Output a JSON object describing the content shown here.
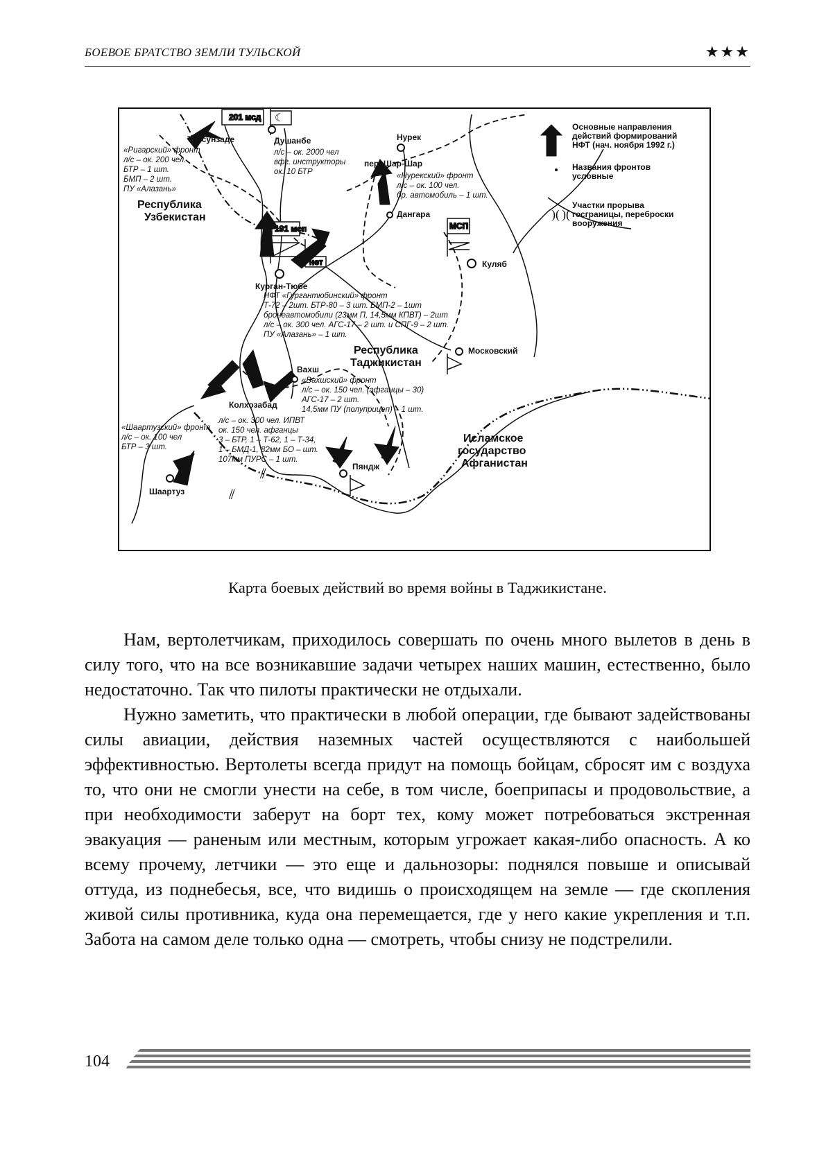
{
  "header": {
    "title": "БОЕВОЕ БРАТСТВО ЗЕМЛИ ТУЛЬСКОЙ",
    "stars": "★★★"
  },
  "map": {
    "regions": {
      "uzbekistan": [
        "Республика",
        "Узбекистан"
      ],
      "tajikistan": [
        "Республика",
        "Таджикистан"
      ],
      "afghanistan": [
        "Исламское",
        "государство",
        "Афганистан"
      ]
    },
    "cities": {
      "tursunzade": "Турсунзаде",
      "dushanbe": "Душанбе",
      "nurek": "Нурек",
      "dangara": "Дангара",
      "kulyab": "Куляб",
      "kurgan_tyube": "Курган-Тюбе",
      "moskovsky": "Московский",
      "vakhsh": "Вахш",
      "kolkhozabad": "Колхозабад",
      "pyanj": "Пяндж",
      "shaartuz": "Шаартуз",
      "pass": "пер. Шар-Шар"
    },
    "unit_labels": {
      "d201": "201 мсд",
      "p191": "191 мсп",
      "net": "нет",
      "mbp": "МСП"
    },
    "legend": {
      "directions": [
        "Основные направления",
        "действий формирований",
        "НФТ (нач. ноября 1992 г.)"
      ],
      "names": [
        "Названия фронтов",
        "условные"
      ],
      "breaches": [
        "Участки прорыва",
        "госграницы, переброски",
        "вооружения"
      ]
    },
    "fronts": {
      "gissar": [
        "«Ригарский» фронт",
        "л/с – ок. 200 чел.",
        "БТР – 1 шт.",
        "БМП – 2 шт.",
        "ПУ «Алазань»"
      ],
      "dushanbe": [
        "л/с – ок. 2000 чел",
        "вфг. инструкторы",
        "ок. 10 БТР"
      ],
      "nurek": [
        "«Нурекский» фронт",
        "л/с – ок. 100 чел.",
        "бр. автомобиль – 1 шт."
      ],
      "kurgan": [
        "НФТ «Гургантюбинский» фронт",
        "Т-72 – 2шт. БТР-80 – 3 шт. БМП-2 – 1шт",
        "бронеавтомобили (23мм П, 14,5мм КПВТ) – 2шт",
        "л/с – ок. 300 чел. АГС-17 – 2 шт. и СПГ-9 – 2 шт.",
        "ПУ «Алазань» – 1 шт."
      ],
      "vakhsh": [
        "«Вахшский» фронт",
        "л/с – ок. 150 чел. (афганцы – 30)",
        "АГС-17 – 2 шт.",
        "14,5мм ПУ (полуприцеп) – 1 шт."
      ],
      "shaartuz": [
        "«Шаартузский» фронт",
        "л/с – ок. 100 чел",
        "БТР – 3 шт."
      ],
      "kolkhozabad": [
        "л/с – ок. 300 чел. ИПВТ",
        "ок. 150 чел. афганцы",
        "3 – БТР, 1 – Т-62, 1 – Т-34,",
        "1 – БМД-1, 82мм БО – шт.",
        "107мм ПУРС – 1 шт."
      ]
    }
  },
  "caption": "Карта боевых действий во время войны в Таджикистане.",
  "paragraphs": [
    "Нам, вертолетчикам, приходилось совершать по очень много вылетов в день в силу того, что на все возникавшие задачи четырех наших машин, естественно, было недостаточно. Так что пилоты практически не отдыхали.",
    "Нужно заметить, что практически в любой операции, где бывают задействованы силы авиации, действия наземных частей осуществляются с наибольшей эффективностью. Вертолеты всегда придут на помощь бойцам, сбросят им с воздуха то, что они не смогли унести на себе, в том числе, боеприпасы и продовольствие, а при необходимости заберут на борт тех, кому может потребоваться экстренная эвакуация — раненым или местным, которым угрожает какая-либо опасность. А ко всему прочему, летчики — это еще и дальнозоры: поднялся повыше и описывай оттуда, из поднебесья, все, что видишь о происходящем на земле — где скопления живой силы противника, куда она перемещается, где у него какие укрепления и т.п. Забота на самом деле только одна — смотреть, чтобы снизу не подстрелили."
  ],
  "page_number": "104"
}
